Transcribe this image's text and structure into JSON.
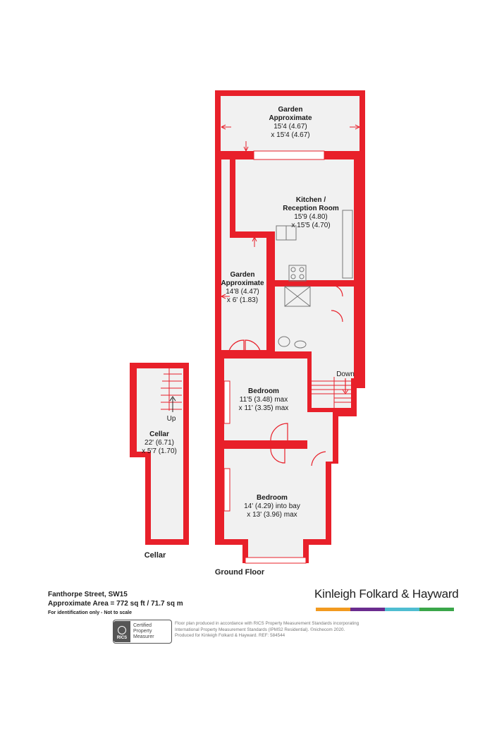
{
  "rooms": {
    "garden_top": {
      "name": "Garden",
      "line2": "Approximate",
      "dim1": "15'4 (4.67)",
      "dim2": "x 15'4 (4.67)"
    },
    "kitchen": {
      "name": "Kitchen /",
      "line2": "Reception Room",
      "dim1": "15'9 (4.80)",
      "dim2": "x 15'5 (4.70)"
    },
    "garden_side": {
      "name": "Garden",
      "line2": "Approximate",
      "dim1": "14'8 (4.47)",
      "dim2": "x 6' (1.83)"
    },
    "bedroom1": {
      "name": "Bedroom",
      "dim1": "11'5 (3.48) max",
      "dim2": "x 11' (3.35) max"
    },
    "bedroom2": {
      "name": "Bedroom",
      "dim1": "14' (4.29) into bay",
      "dim2": "x 13' (3.96) max"
    },
    "cellar": {
      "name": "Cellar",
      "dim1": "22' (6.71)",
      "dim2": "x 5'7 (1.70)"
    }
  },
  "stairs": {
    "down_label": "Down",
    "up_label": "Up"
  },
  "floors": {
    "cellar": "Cellar",
    "ground": "Ground Floor"
  },
  "footer": {
    "address": "Fanthorpe Street, SW15",
    "area": "Approximate Area = 772 sq ft / 71.7 sq m",
    "note": "For identification only - Not to scale"
  },
  "brand": {
    "name": "Kinleigh Folkard & Hayward",
    "bar_colors": [
      "#f29a1f",
      "#6a2c8e",
      "#4fbdd1",
      "#3aa64a"
    ]
  },
  "rics": {
    "seal_text": "RICS",
    "line1": "Certified",
    "line2": "Property",
    "line3": "Measurer"
  },
  "disclaimer": {
    "line1": "Floor plan produced in accordance with RICS Property Measurement Standards incorporating",
    "line2": "International Property Measurement Standards (IPMS2 Residential).   ©nichecom 2020.",
    "line3": "Produced for Kinleigh Folkard & Hayward.   REF: 584544"
  },
  "colors": {
    "wall": "#e8202a",
    "floor": "#f1f1f1",
    "fixture": "#777777"
  }
}
